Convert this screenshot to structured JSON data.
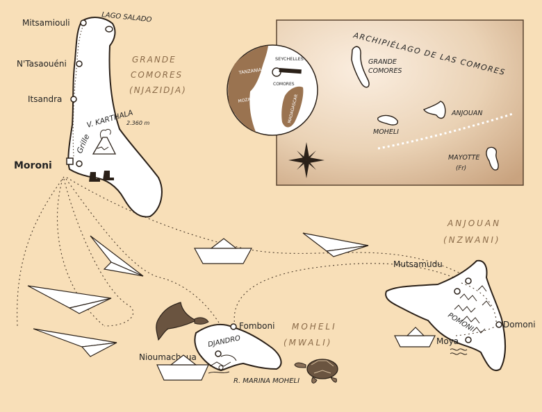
{
  "grande_comore": {
    "name": "GRANDE",
    "name2": "COMORES",
    "alt_name": "(NJAZIDJA)",
    "towns": [
      "Mitsamiouli",
      "N'Tasaouéni",
      "Itsandra",
      "Moroni"
    ],
    "lake": "LAGO SALADO",
    "volcano": "V. KARTHALA",
    "volcano_height": "2.360 m",
    "grille": "Grille"
  },
  "moheli": {
    "name": "MOHELI",
    "alt_name": "(MWALI)",
    "towns": [
      "Fomboni",
      "Nioumachoua"
    ],
    "region": "DJANDRO",
    "park": "R. MARINA MOHELI"
  },
  "anjouan": {
    "name": "ANJOUAN",
    "alt_name": "(NZWANI)",
    "towns": [
      "Mutsamudu",
      "Domoni",
      "Moya"
    ],
    "region": "POMONI"
  },
  "inset": {
    "title": "ARCHIPIÉLAGO DE LAS COMORES",
    "grande": "GRANDE",
    "comores": "COMORES",
    "anjouan": "ANJOUAN",
    "moheli": "MOHELI",
    "mayotte": "MAYOTTE",
    "mayotte_note": "(Fr)"
  },
  "locator": {
    "seychelles": "SEYCHELLES",
    "tanzania": "TANZANIA",
    "mozambique": "MOZAMBIQUE",
    "comores": "COMORES",
    "madagascar": "MADAGASCAR"
  },
  "colors": {
    "background": "#f8dfb8",
    "inset_bg": "#efd8bd",
    "land": "#9a7350",
    "text_accent": "#8a6a48"
  },
  "icons": [
    "volcano-icon",
    "boots-icon",
    "paper-plane-icon",
    "paper-boat-icon",
    "bat-icon",
    "turtle-icon",
    "compass-rose-icon"
  ]
}
